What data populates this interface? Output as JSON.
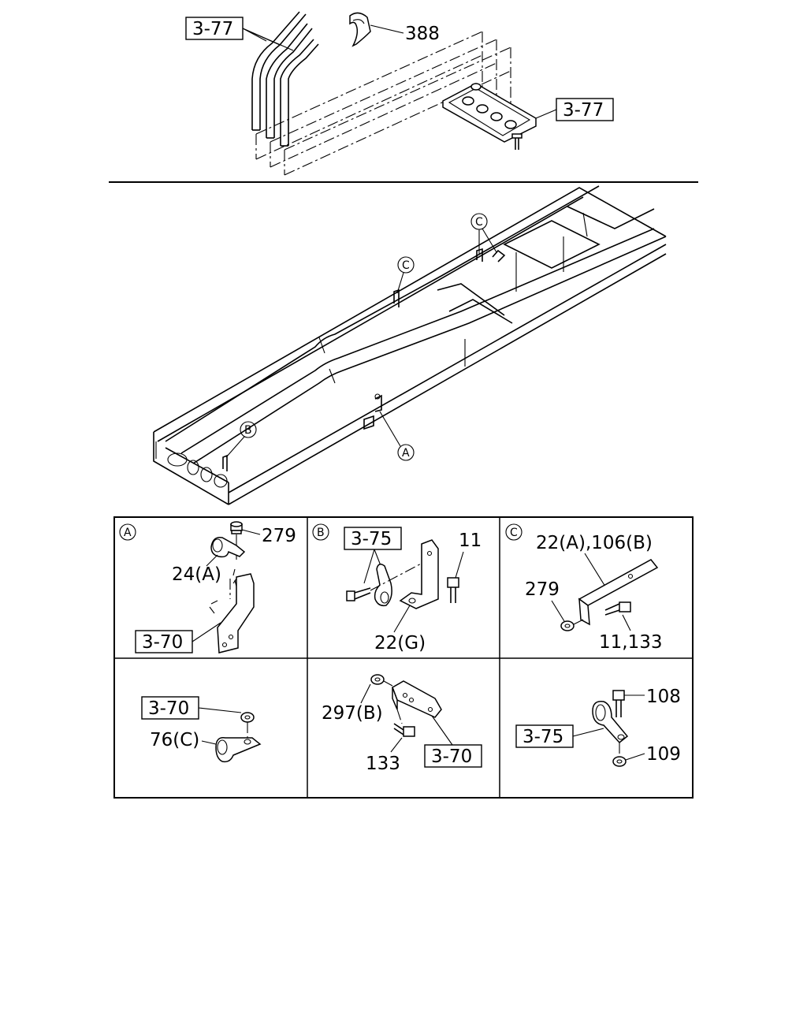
{
  "top": {
    "refs": {
      "pipes": "3-77",
      "plate": "3-77"
    },
    "parts": {
      "clip": "388"
    }
  },
  "frame": {
    "callouts": {
      "c1": "C",
      "c2": "C",
      "b": "B",
      "a": "A"
    }
  },
  "details": {
    "a": {
      "tag": "A",
      "nut": "279",
      "clamp": "24(A)",
      "ref": "3-70"
    },
    "b": {
      "tag": "B",
      "ref": "3-75",
      "bolt": "11",
      "bracket": "22(G)"
    },
    "c": {
      "tag": "C",
      "bracket": "22(A),106(B)",
      "nut": "279",
      "bolts": "11,133"
    },
    "d": {
      "ref": "3-70",
      "clamp": "76(C)"
    },
    "e": {
      "nut": "297(B)",
      "bolt": "133",
      "ref": "3-70"
    },
    "f": {
      "ref": "3-75",
      "bolt": "108",
      "nut": "109"
    }
  }
}
